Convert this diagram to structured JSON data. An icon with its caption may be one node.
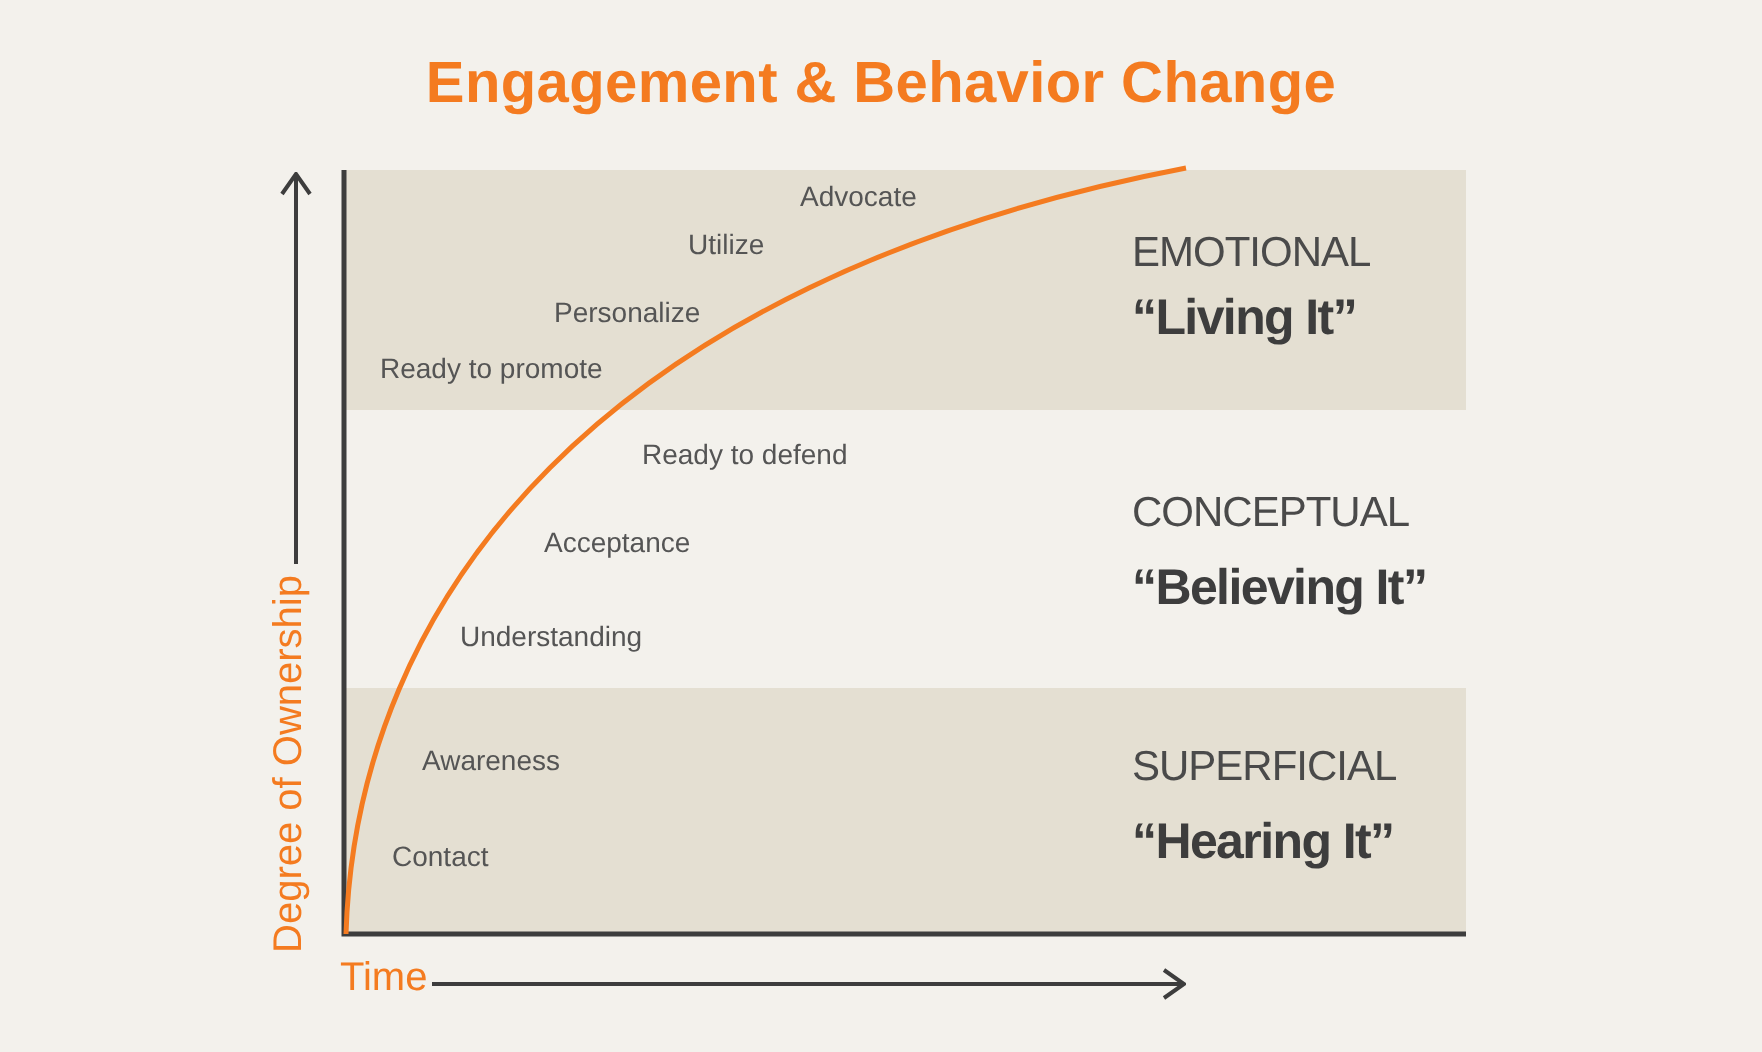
{
  "diagram": {
    "title": "Engagement & Behavior Change",
    "nodes": [
      {
        "text": [
          "EMOTIONAL",
          "“Living It”"
        ]
      },
      {
        "text": [
          "CONCEPTUAL",
          "“Believing It”"
        ]
      },
      {
        "text": [
          "SUPERFICIAL",
          "“Hearing It”"
        ]
      }
    ],
    "edges": [],
    "labels": [
      "Advocate",
      "Utilize",
      "Personalize",
      "Ready to promote",
      "Ready to defend",
      "Acceptance",
      "Understanding",
      "Awareness",
      "Contact",
      "Degree of Ownership",
      "Time"
    ]
  }
}
